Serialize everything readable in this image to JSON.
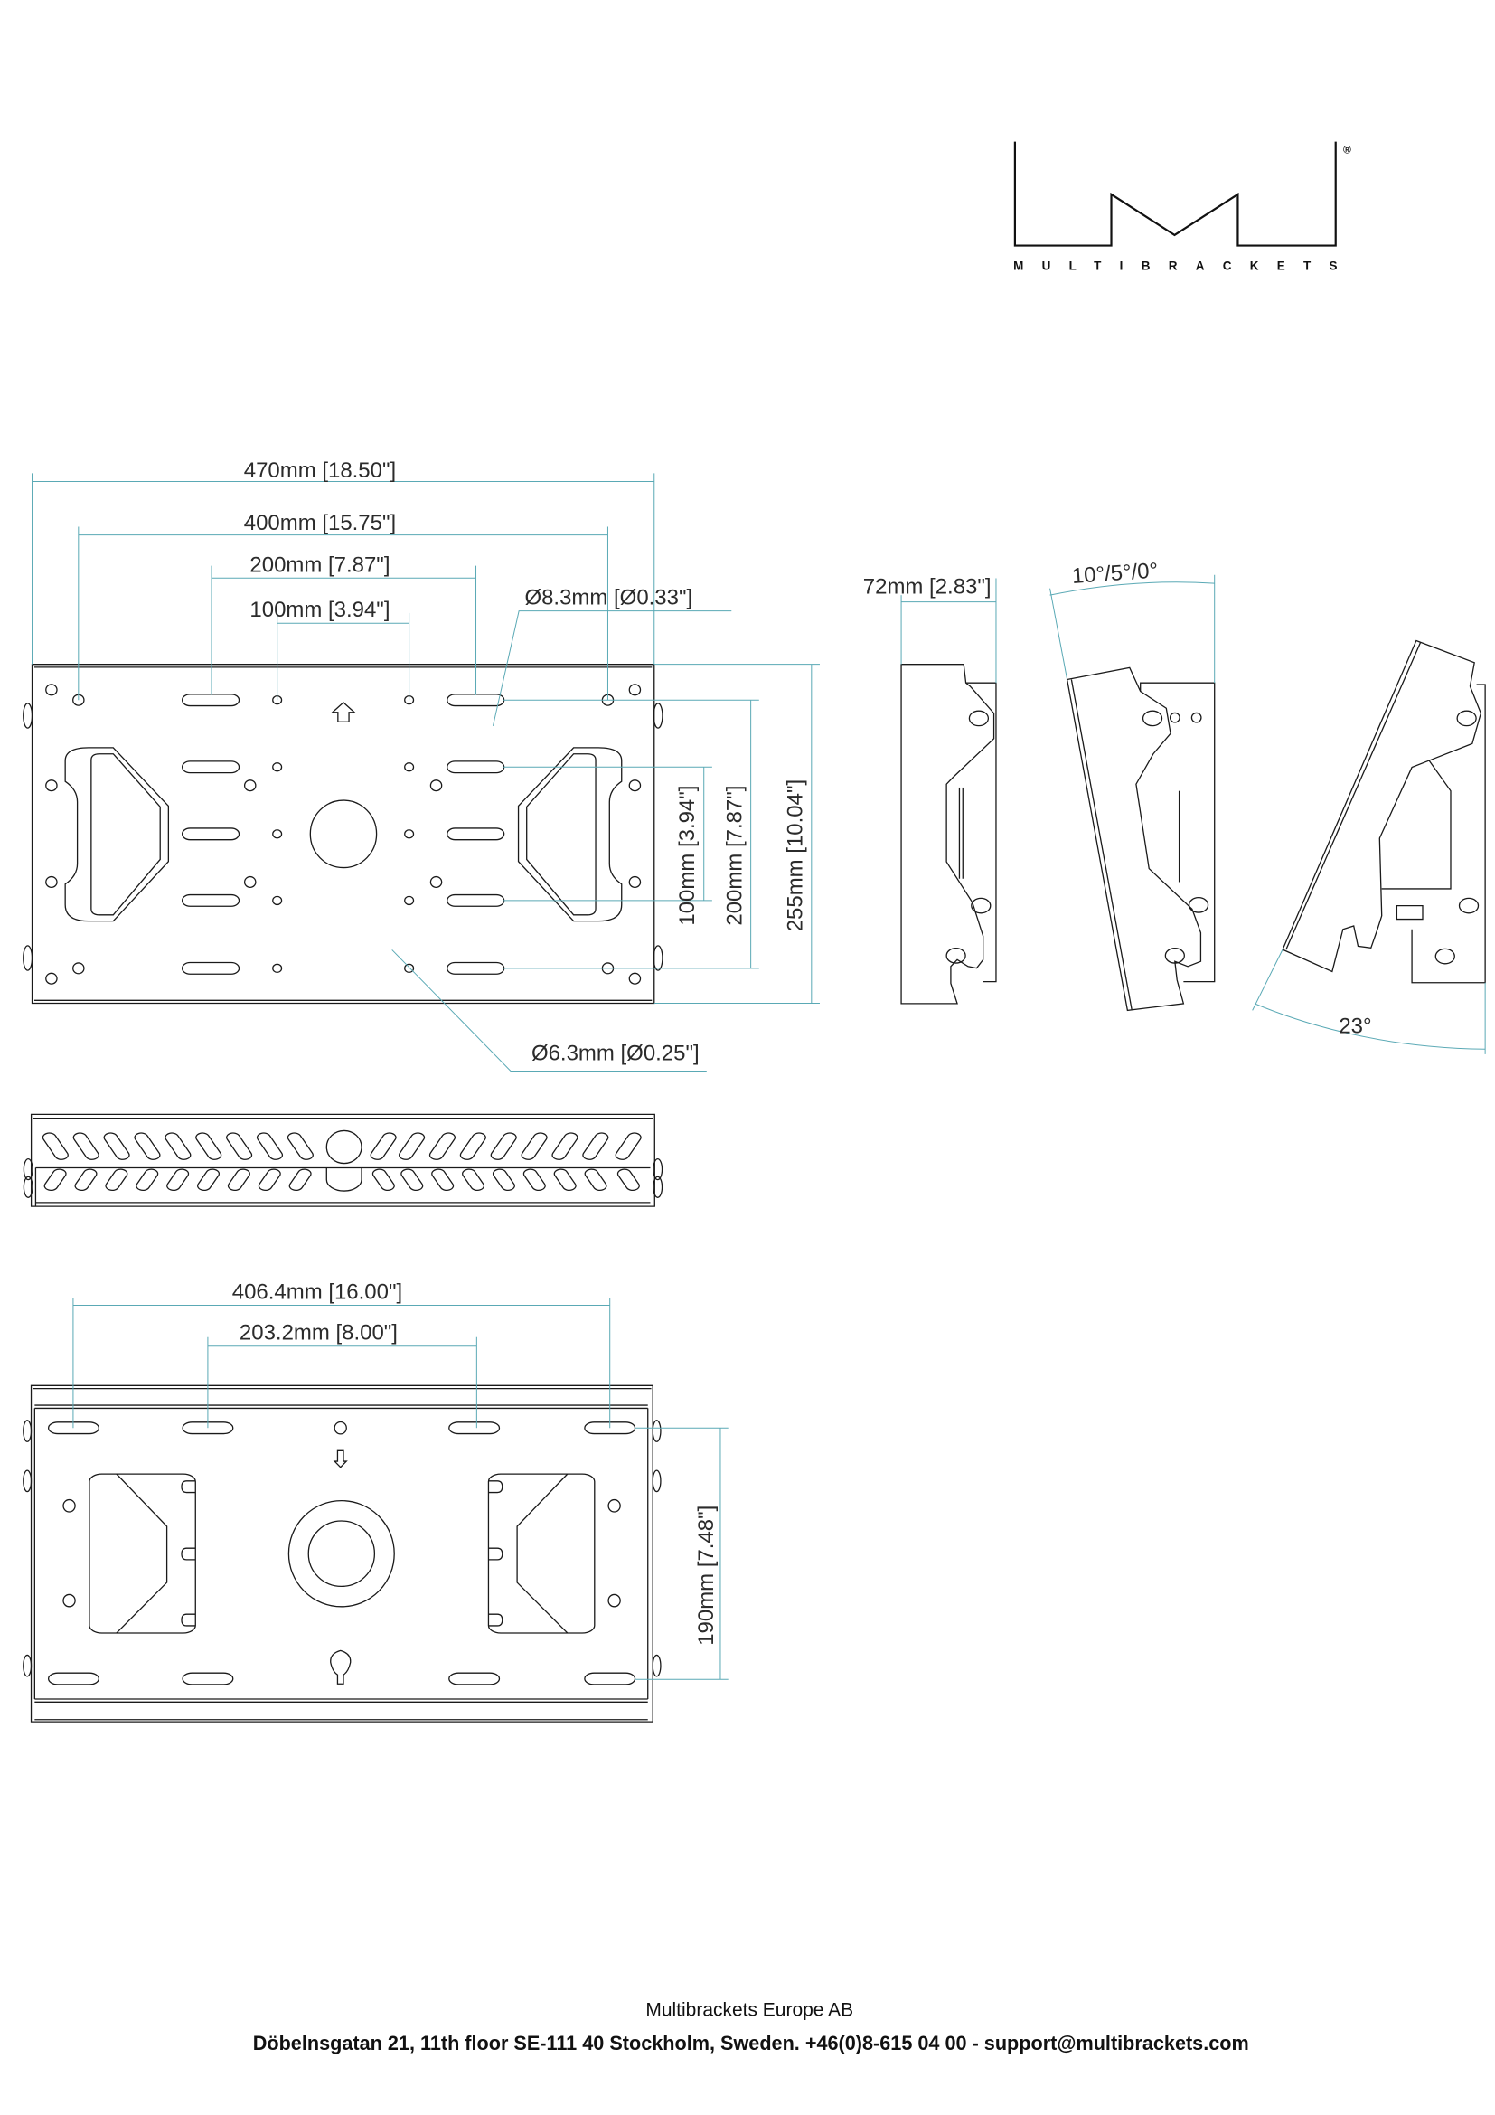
{
  "logo": {
    "brand": "MULTIBRACKETS",
    "registered": "®"
  },
  "front_view": {
    "dim_width": "470mm [18.50\"]",
    "dim_400": "400mm [15.75\"]",
    "dim_200": "200mm [7.87\"]",
    "dim_100": "100mm [3.94\"]",
    "hole_large": "Ø8.3mm [Ø0.33\"]",
    "hole_small": "Ø6.3mm [Ø0.25\"]",
    "dim_height": "255mm [10.04\"]",
    "dim_v200": "200mm [7.87\"]",
    "dim_v100": "100mm [3.94\"]"
  },
  "side_views": {
    "depth": "72mm [2.83\"]",
    "tilt": "10°/5°/0°",
    "max_tilt": "23°"
  },
  "rear_view": {
    "dim_406": "406.4mm [16.00\"]",
    "dim_203": "203.2mm [8.00\"]",
    "dim_190": "190mm [7.48\"]"
  },
  "footer": {
    "company": "Multibrackets Europe AB",
    "address": "Döbelnsgatan 21, 11th floor SE-111 40 Stockholm, Sweden. +46(0)8-615 04 00 - support@multibrackets.com"
  }
}
